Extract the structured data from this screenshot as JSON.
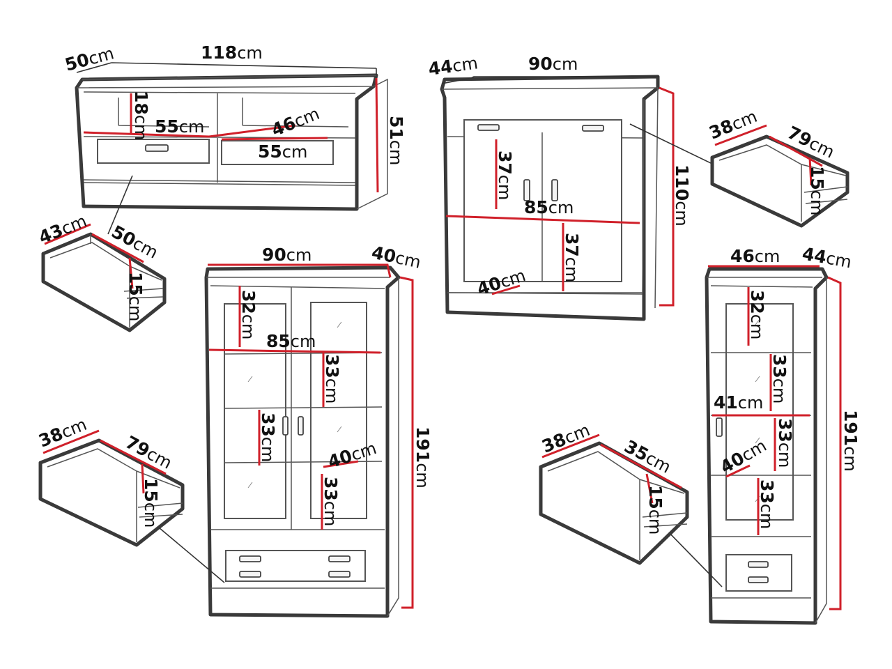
{
  "unit": "cm",
  "tv_unit": {
    "depth": "50",
    "width": "118",
    "height": "51",
    "shelf_height": "18",
    "shelf_width": "55",
    "shelf_depth": "46",
    "drawer_width": "55"
  },
  "drawer_a": {
    "depth": "43",
    "width": "50",
    "height": "15"
  },
  "chest": {
    "depth": "44",
    "width": "90",
    "height": "110",
    "upper_height": "37",
    "lower_height": "37",
    "inner_width": "85",
    "inner_depth": "40"
  },
  "drawer_b": {
    "depth": "38",
    "width": "79",
    "height": "15"
  },
  "vitrine_large": {
    "width": "90",
    "depth": "40",
    "height": "191",
    "top_shelf": "32",
    "inner_width": "85",
    "shelf_1": "33",
    "shelf_2": "33",
    "shelf_3": "33",
    "inner_depth": "40"
  },
  "drawer_c": {
    "depth": "38",
    "width": "79",
    "height": "15"
  },
  "vitrine_small": {
    "width": "46",
    "depth": "44",
    "height": "191",
    "top_shelf": "32",
    "inner_width": "41",
    "shelf_1": "33",
    "shelf_2": "33",
    "shelf_3": "33",
    "inner_depth": "40"
  },
  "drawer_d": {
    "depth": "38",
    "width": "35",
    "height": "15"
  }
}
